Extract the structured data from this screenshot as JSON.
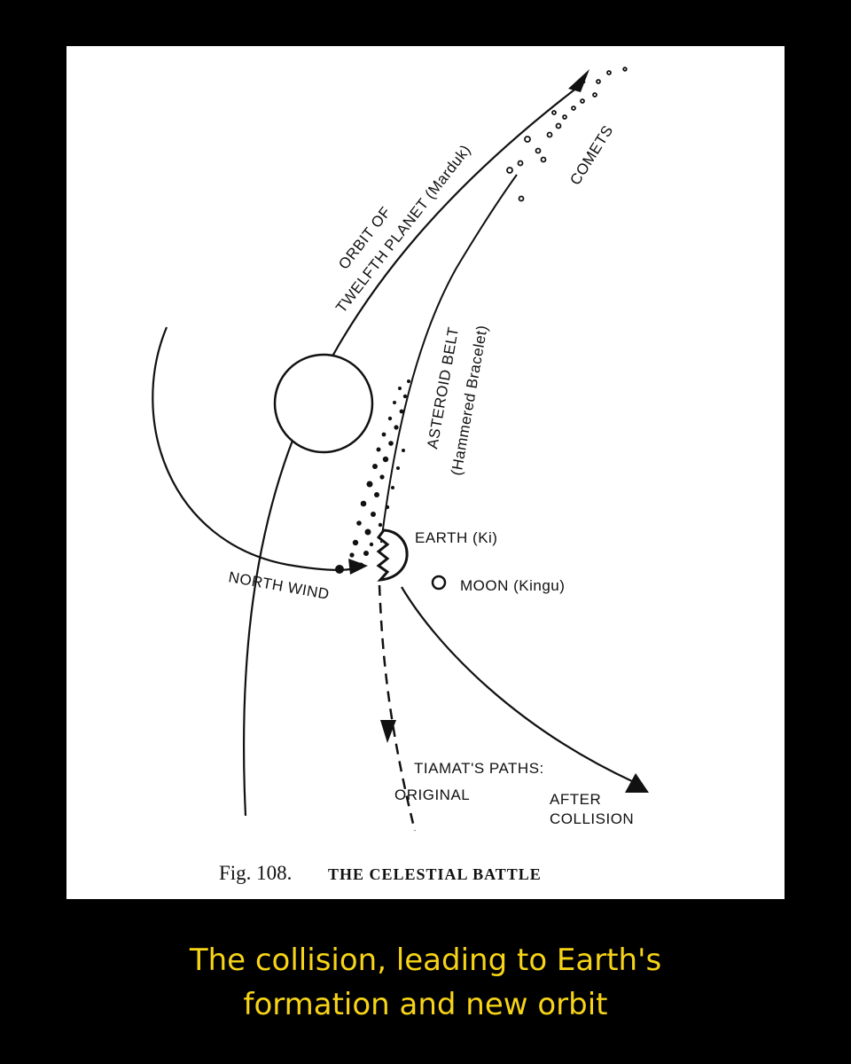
{
  "diagram": {
    "labels": {
      "orbit_line1": "ORBIT OF",
      "orbit_line2": "TWELFTH PLANET (Marduk)",
      "comets": "COMETS",
      "asteroid_line1": "ASTEROID BELT",
      "asteroid_line2": "(Hammered Bracelet)",
      "earth": "EARTH (Ki)",
      "moon": "MOON (Kingu)",
      "north_wind": "NORTH WIND",
      "tiamat_paths": "TIAMAT'S PATHS:",
      "original": "ORIGINAL",
      "after_line1": "AFTER",
      "after_line2": "COLLISION"
    },
    "figure_caption": {
      "number": "Fig. 108.",
      "title": "THE CELESTIAL BATTLE"
    }
  },
  "caption": {
    "line1": "The collision, leading to Earth's",
    "line2": "formation and new orbit"
  },
  "colors": {
    "background": "#000000",
    "panel": "#ffffff",
    "ink": "#111111",
    "caption_text": "#f7d417"
  }
}
